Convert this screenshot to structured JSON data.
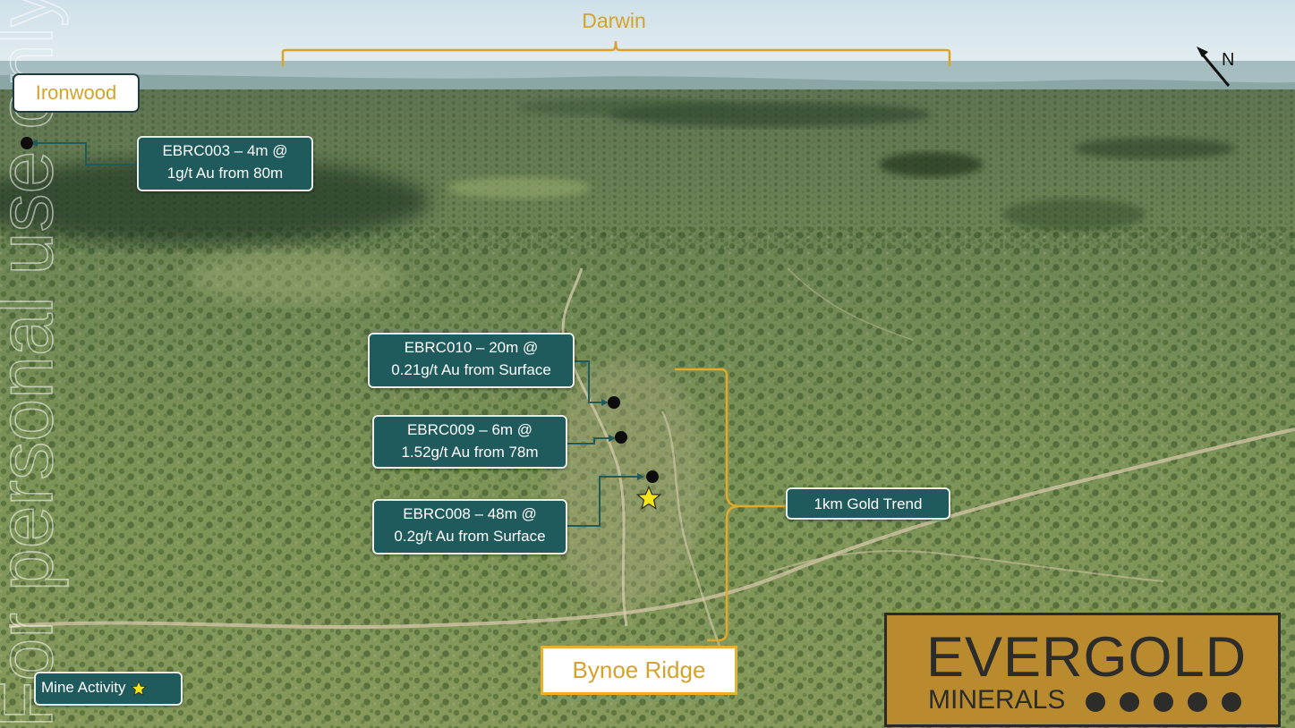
{
  "labels": {
    "darwin": "Darwin",
    "ironwood": "Ironwood",
    "bynoe_ridge": "Bynoe Ridge",
    "north": "N",
    "gold_trend": "1km Gold Trend",
    "mine_activity": "Mine Activity"
  },
  "callouts": {
    "ebrc003": {
      "line1": "EBRC003 – 4m @",
      "line2": "1g/t Au from 80m"
    },
    "ebrc010": {
      "line1": "EBRC010 – 20m @",
      "line2": "0.21g/t Au from Surface"
    },
    "ebrc009": {
      "line1": "EBRC009 – 6m @",
      "line2": "1.52g/t Au from 78m"
    },
    "ebrc008": {
      "line1": "EBRC008 – 48m @",
      "line2": "0.2g/t Au from Surface"
    }
  },
  "logo": {
    "name": "EVERGOLD",
    "sub": "MINERALS"
  },
  "watermark": "For personal use only",
  "colors": {
    "callout_bg": "#1f5a5d",
    "gold_accent": "#d5a22a",
    "logo_bg": "#b98b2e",
    "logo_text": "#2c2c2a"
  }
}
